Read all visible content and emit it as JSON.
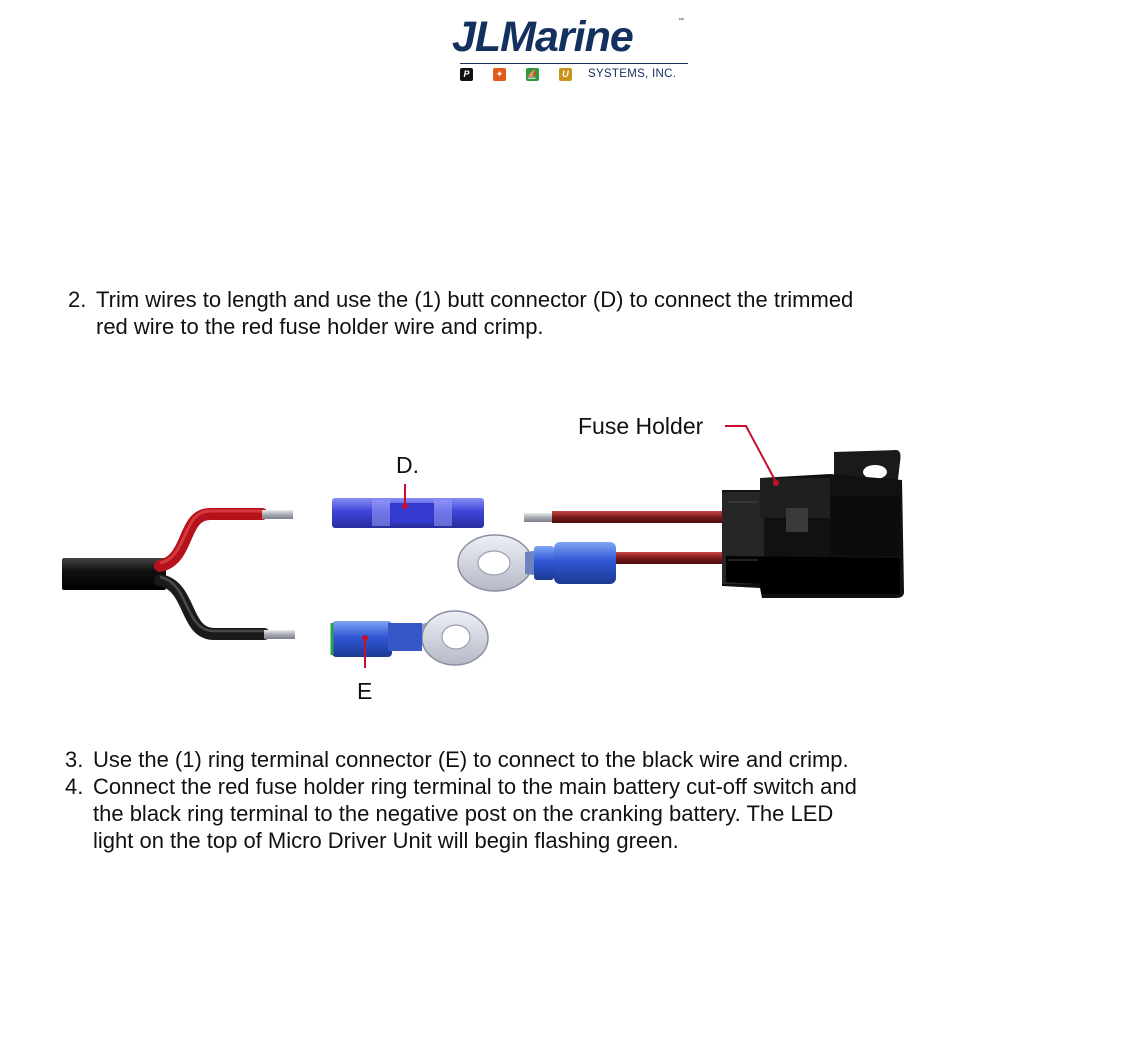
{
  "header": {
    "brand": "JLMarine",
    "trademark": "™",
    "subtitle": "SYSTEMS, INC.",
    "icons": [
      "p-icon",
      "fire-icon",
      "boat-icon",
      "u-icon"
    ],
    "icon_letters": {
      "p": "P",
      "u": "U"
    },
    "colors": {
      "brand": "#13305e",
      "fire": "#e45a1a",
      "boat": "#2a9a3a",
      "u": "#c8941c"
    }
  },
  "steps": [
    {
      "number": "2.",
      "line1": "Trim wires to length and use the (1) butt connector (D) to connect the trimmed",
      "line2": "red wire to the red fuse holder wire and crimp."
    },
    {
      "number": "3.",
      "line1": "Use the (1) ring terminal connector (E) to connect to the black wire and crimp."
    },
    {
      "number": "4.",
      "line1": "Connect the red fuse holder ring terminal to the main battery cut-off switch and",
      "line2": "the black ring terminal to the negative post on the cranking battery. The LED",
      "line3": "light on the top of Micro Driver Unit will begin flashing green."
    }
  ],
  "diagram": {
    "labels": {
      "fuse_holder": "Fuse Holder",
      "butt_connector": "D.",
      "ring_terminal": "E"
    },
    "colors": {
      "red_wire": "#b5121b",
      "red_wire_dark": "#6e1014",
      "black_wire": "#1a1a1a",
      "connector_blue": "#2f57d6",
      "connector_purple": "#4a4fe0",
      "metal": "#b9bcc4",
      "leader": "#c8102e"
    }
  }
}
